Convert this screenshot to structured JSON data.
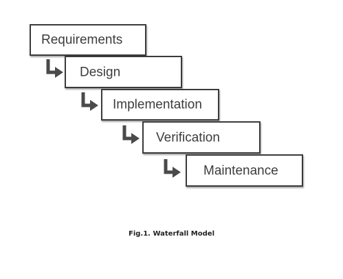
{
  "diagram": {
    "stages": [
      {
        "label": "Requirements"
      },
      {
        "label": "Design"
      },
      {
        "label": "Implementation"
      },
      {
        "label": "Verification"
      },
      {
        "label": "Maintenance"
      }
    ],
    "arrow_icon": "turn-down-right-arrow-icon",
    "colors": {
      "border": "#3a3a3a",
      "text": "#3c3c3c",
      "arrow": "#4a4a4a"
    }
  },
  "caption": "Fig.1. Waterfall Model"
}
